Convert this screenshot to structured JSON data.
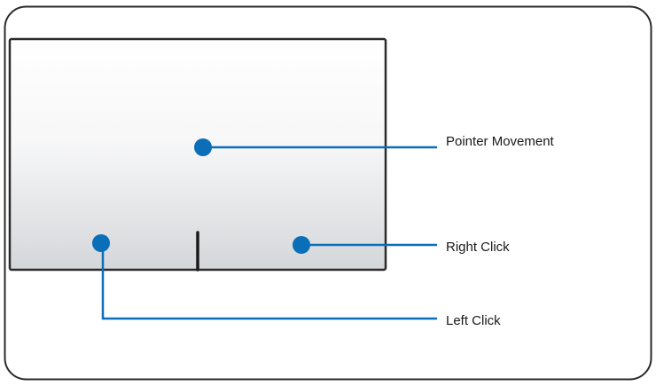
{
  "labels": {
    "pointer_movement": "Pointer Movement",
    "right_click": "Right Click",
    "left_click": "Left Click"
  },
  "colors": {
    "accent": "#0b6eb8",
    "outline": "#2b2b2b",
    "pad_gradient_top": "#ffffff",
    "pad_gradient_bottom": "#d4d7da"
  }
}
